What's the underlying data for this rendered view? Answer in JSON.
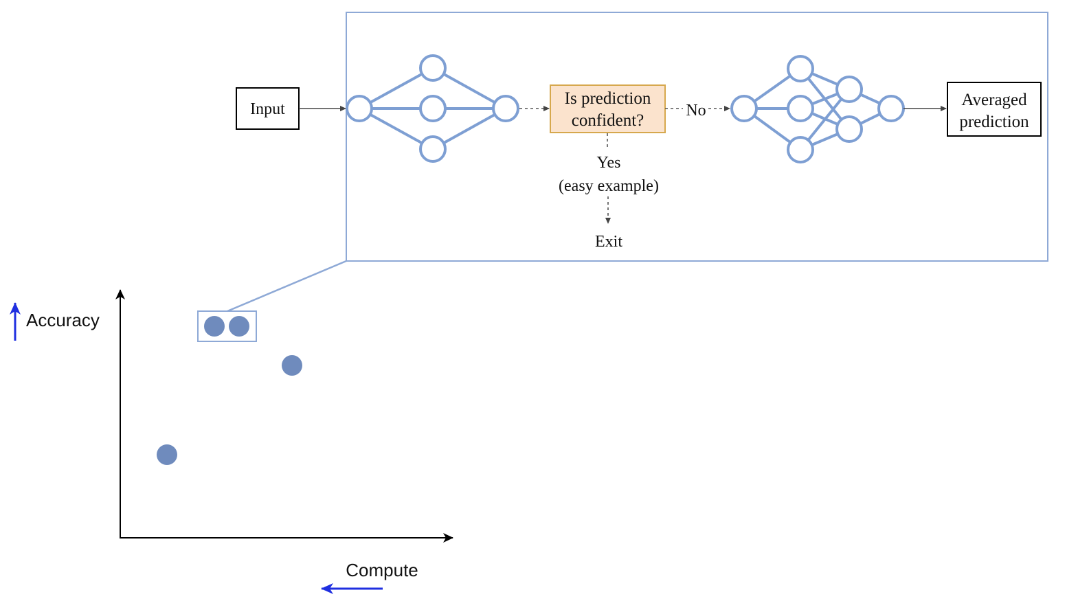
{
  "colors": {
    "network": "#7e9fd3",
    "point": "#6f8bbd",
    "panel_border": "#8ea9d6",
    "decision_fill": "#fbe3cd",
    "decision_border": "#d6a84d",
    "direction_arrow": "#1f2fe0"
  },
  "pipeline": {
    "input_label": "Input",
    "decision_line1": "Is prediction",
    "decision_line2": "confident?",
    "no_label": "No",
    "yes_line1": "Yes",
    "yes_line2": "(easy example)",
    "exit_label": "Exit",
    "output_line1": "Averaged",
    "output_line2": "prediction"
  },
  "chart": {
    "y_label": "Accuracy",
    "x_label": "Compute",
    "y_arrow_icon": "arrow-up-icon",
    "x_arrow_icon": "arrow-left-icon"
  }
}
